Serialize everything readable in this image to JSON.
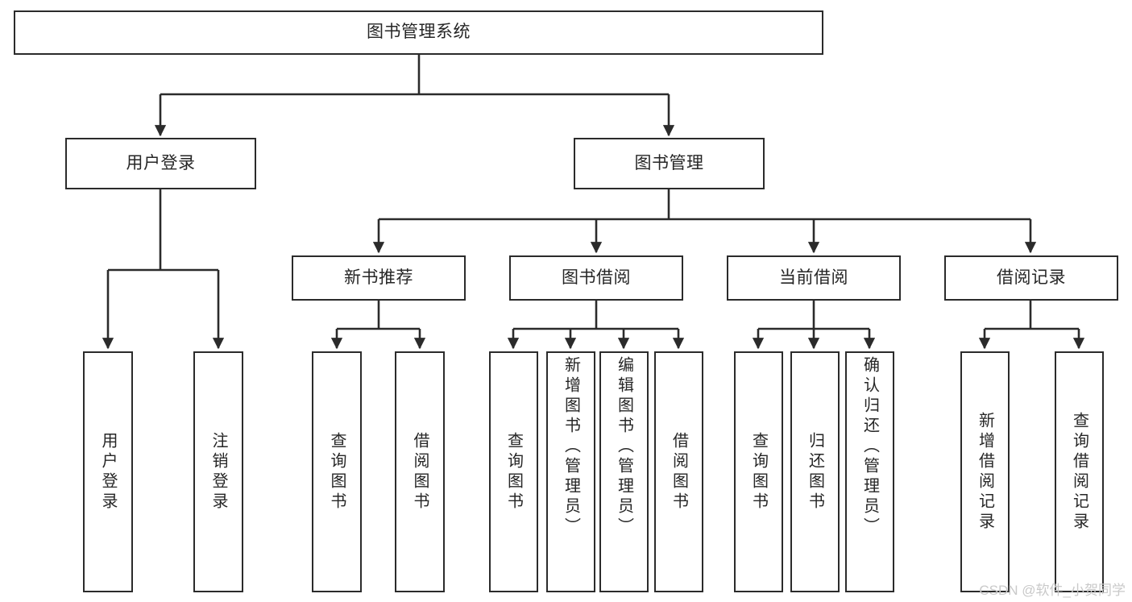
{
  "diagram": {
    "type": "tree-hierarchy-chart",
    "title": "图书管理系统",
    "orientation": "top-down",
    "line_color": "#2b2b2b",
    "box_fill": "#ffffff",
    "text_color": "#262626",
    "watermark": "CSDN @软件_小贺同学",
    "nodes": {
      "root": {
        "label": "图书管理系统"
      },
      "level2": [
        {
          "label": "用户登录"
        },
        {
          "label": "图书管理"
        }
      ],
      "level3": [
        {
          "label": "新书推荐"
        },
        {
          "label": "图书借阅"
        },
        {
          "label": "当前借阅"
        },
        {
          "label": "借阅记录"
        }
      ],
      "leaves": {
        "user_login": [
          {
            "label": "用户登录"
          },
          {
            "label": "注销登录"
          }
        ],
        "new_book_recommend": [
          {
            "label": "查询图书"
          },
          {
            "label": "借阅图书"
          }
        ],
        "book_borrow": [
          {
            "label": "查询图书"
          },
          {
            "label": "新增图书（管理员）"
          },
          {
            "label": "编辑图书（管理员）"
          },
          {
            "label": "借阅图书"
          }
        ],
        "current_borrow": [
          {
            "label": "查询图书"
          },
          {
            "label": "归还图书"
          },
          {
            "label": "确认归还（管理员）"
          }
        ],
        "borrow_record": [
          {
            "label": "新增借阅记录"
          },
          {
            "label": "查询借阅记录"
          }
        ]
      }
    }
  }
}
